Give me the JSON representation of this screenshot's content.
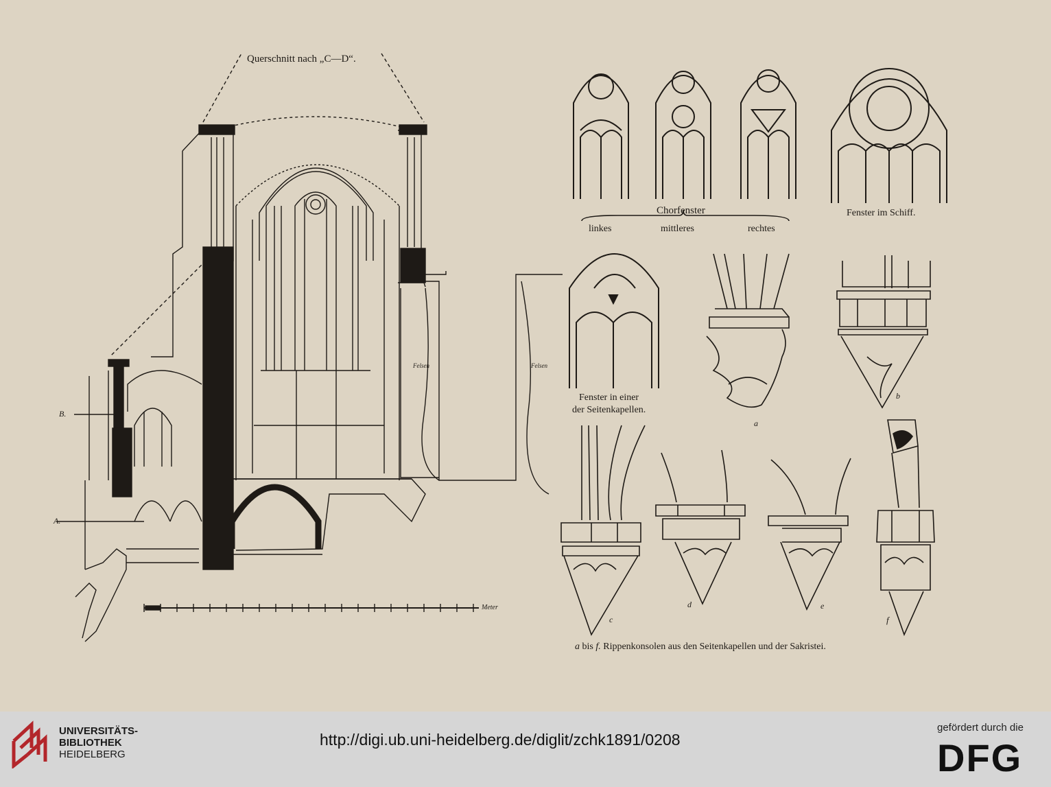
{
  "plate": {
    "section_title": "Querschnitt nach „C—D“.",
    "choir_windows_title": "Chorfenster",
    "choir_left": "linkes",
    "choir_middle": "mittleres",
    "choir_right": "rechtes",
    "nave_window": "Fenster im Schiff.",
    "chapel_window_line1": "Fenster in einer",
    "chapel_window_line2": "der Seitenkapellen.",
    "bracket_a": "a",
    "bracket_b": "b",
    "bracket_c": "c",
    "bracket_d": "d",
    "bracket_e": "e",
    "bracket_f": "f",
    "caption_italic_a": "a",
    "caption_mid": " bis ",
    "caption_italic_f": "f.",
    "caption_rest": " Rippenkonsolen aus den Seitenkapellen und der Sakristei.",
    "scale_unit": "Meter",
    "label_fels_left": "Felsen",
    "label_fels_right": "Felsen",
    "marker_b": "B.",
    "marker_a": "A."
  },
  "footer": {
    "library_line1": "UNIVERSITÄTS-",
    "library_line2": "BIBLIOTHEK",
    "library_line3": "HEIDELBERG",
    "url": "http://digi.ub.uni-heidelberg.de/diglit/zchk1891/0208",
    "funded_by": "gefördert durch die",
    "dfg": "DFG"
  },
  "colors": {
    "paper": "#ddd4c3",
    "ink": "#1e1a16",
    "footer_bg": "#d6d6d6",
    "logo_red": "#b3262b"
  }
}
